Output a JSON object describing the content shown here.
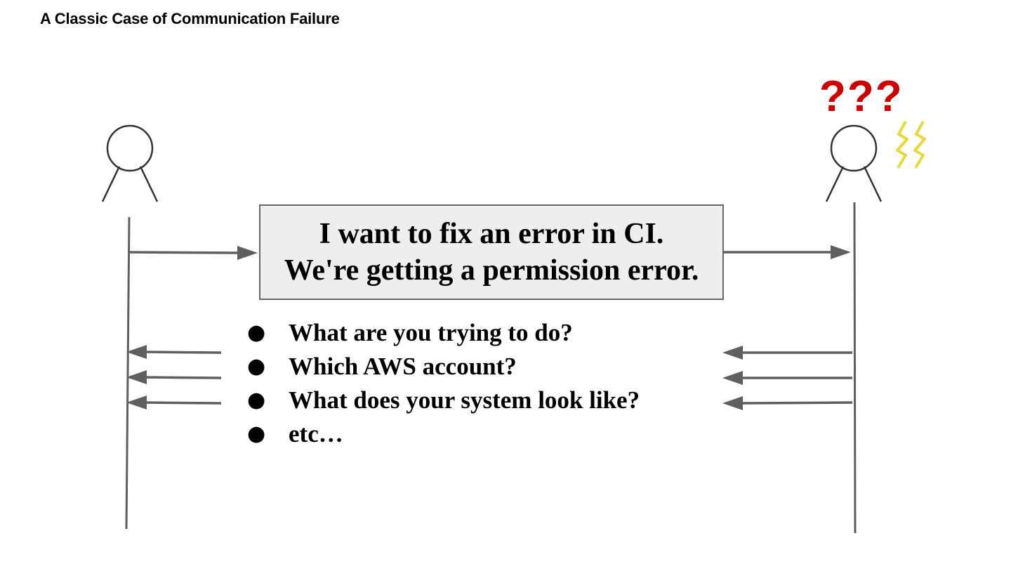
{
  "title": "A Classic Case of Communication Failure",
  "message": {
    "line1": "I want to fix an error in CI.",
    "line2": "We're getting a permission error."
  },
  "questions": [
    "What are you trying to do?",
    "Which AWS account?",
    "What does your system look like?",
    "etc…"
  ],
  "bullet": "●",
  "confusion_marks": "???",
  "colors": {
    "line": "#5f5f5f",
    "box_fill": "#eeeeee",
    "confusion": "#cc0000",
    "lightning": "#e8d83a"
  },
  "icons": [
    "person-left-icon",
    "person-right-icon",
    "lightning-icon"
  ]
}
